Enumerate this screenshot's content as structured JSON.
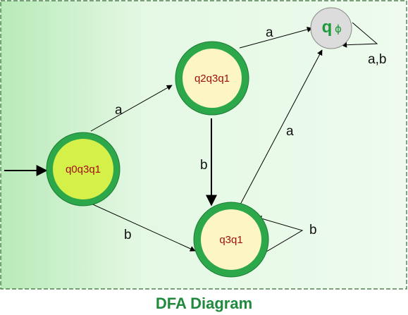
{
  "title": "DFA Diagram",
  "colors": {
    "frame": "#2e6b2e",
    "ring": "#2ca84a",
    "start_fill": "#d6f04a",
    "state_fill": "#fdf6c4",
    "dead_fill": "#dcdcdc",
    "node_text": "#a01010",
    "caption": "#1f8a3c"
  },
  "states": {
    "start": "q0q3q1",
    "s1": "q2q3q1",
    "s2": "q3q1",
    "dead_main": "q",
    "dead_sub": "ϕ"
  },
  "transitions": {
    "start_to_s1": "a",
    "start_to_s2": "b",
    "s1_to_dead": "a",
    "s1_to_s2": "b",
    "s2_to_dead": "a",
    "s2_self": "b",
    "dead_self": "a,b"
  }
}
